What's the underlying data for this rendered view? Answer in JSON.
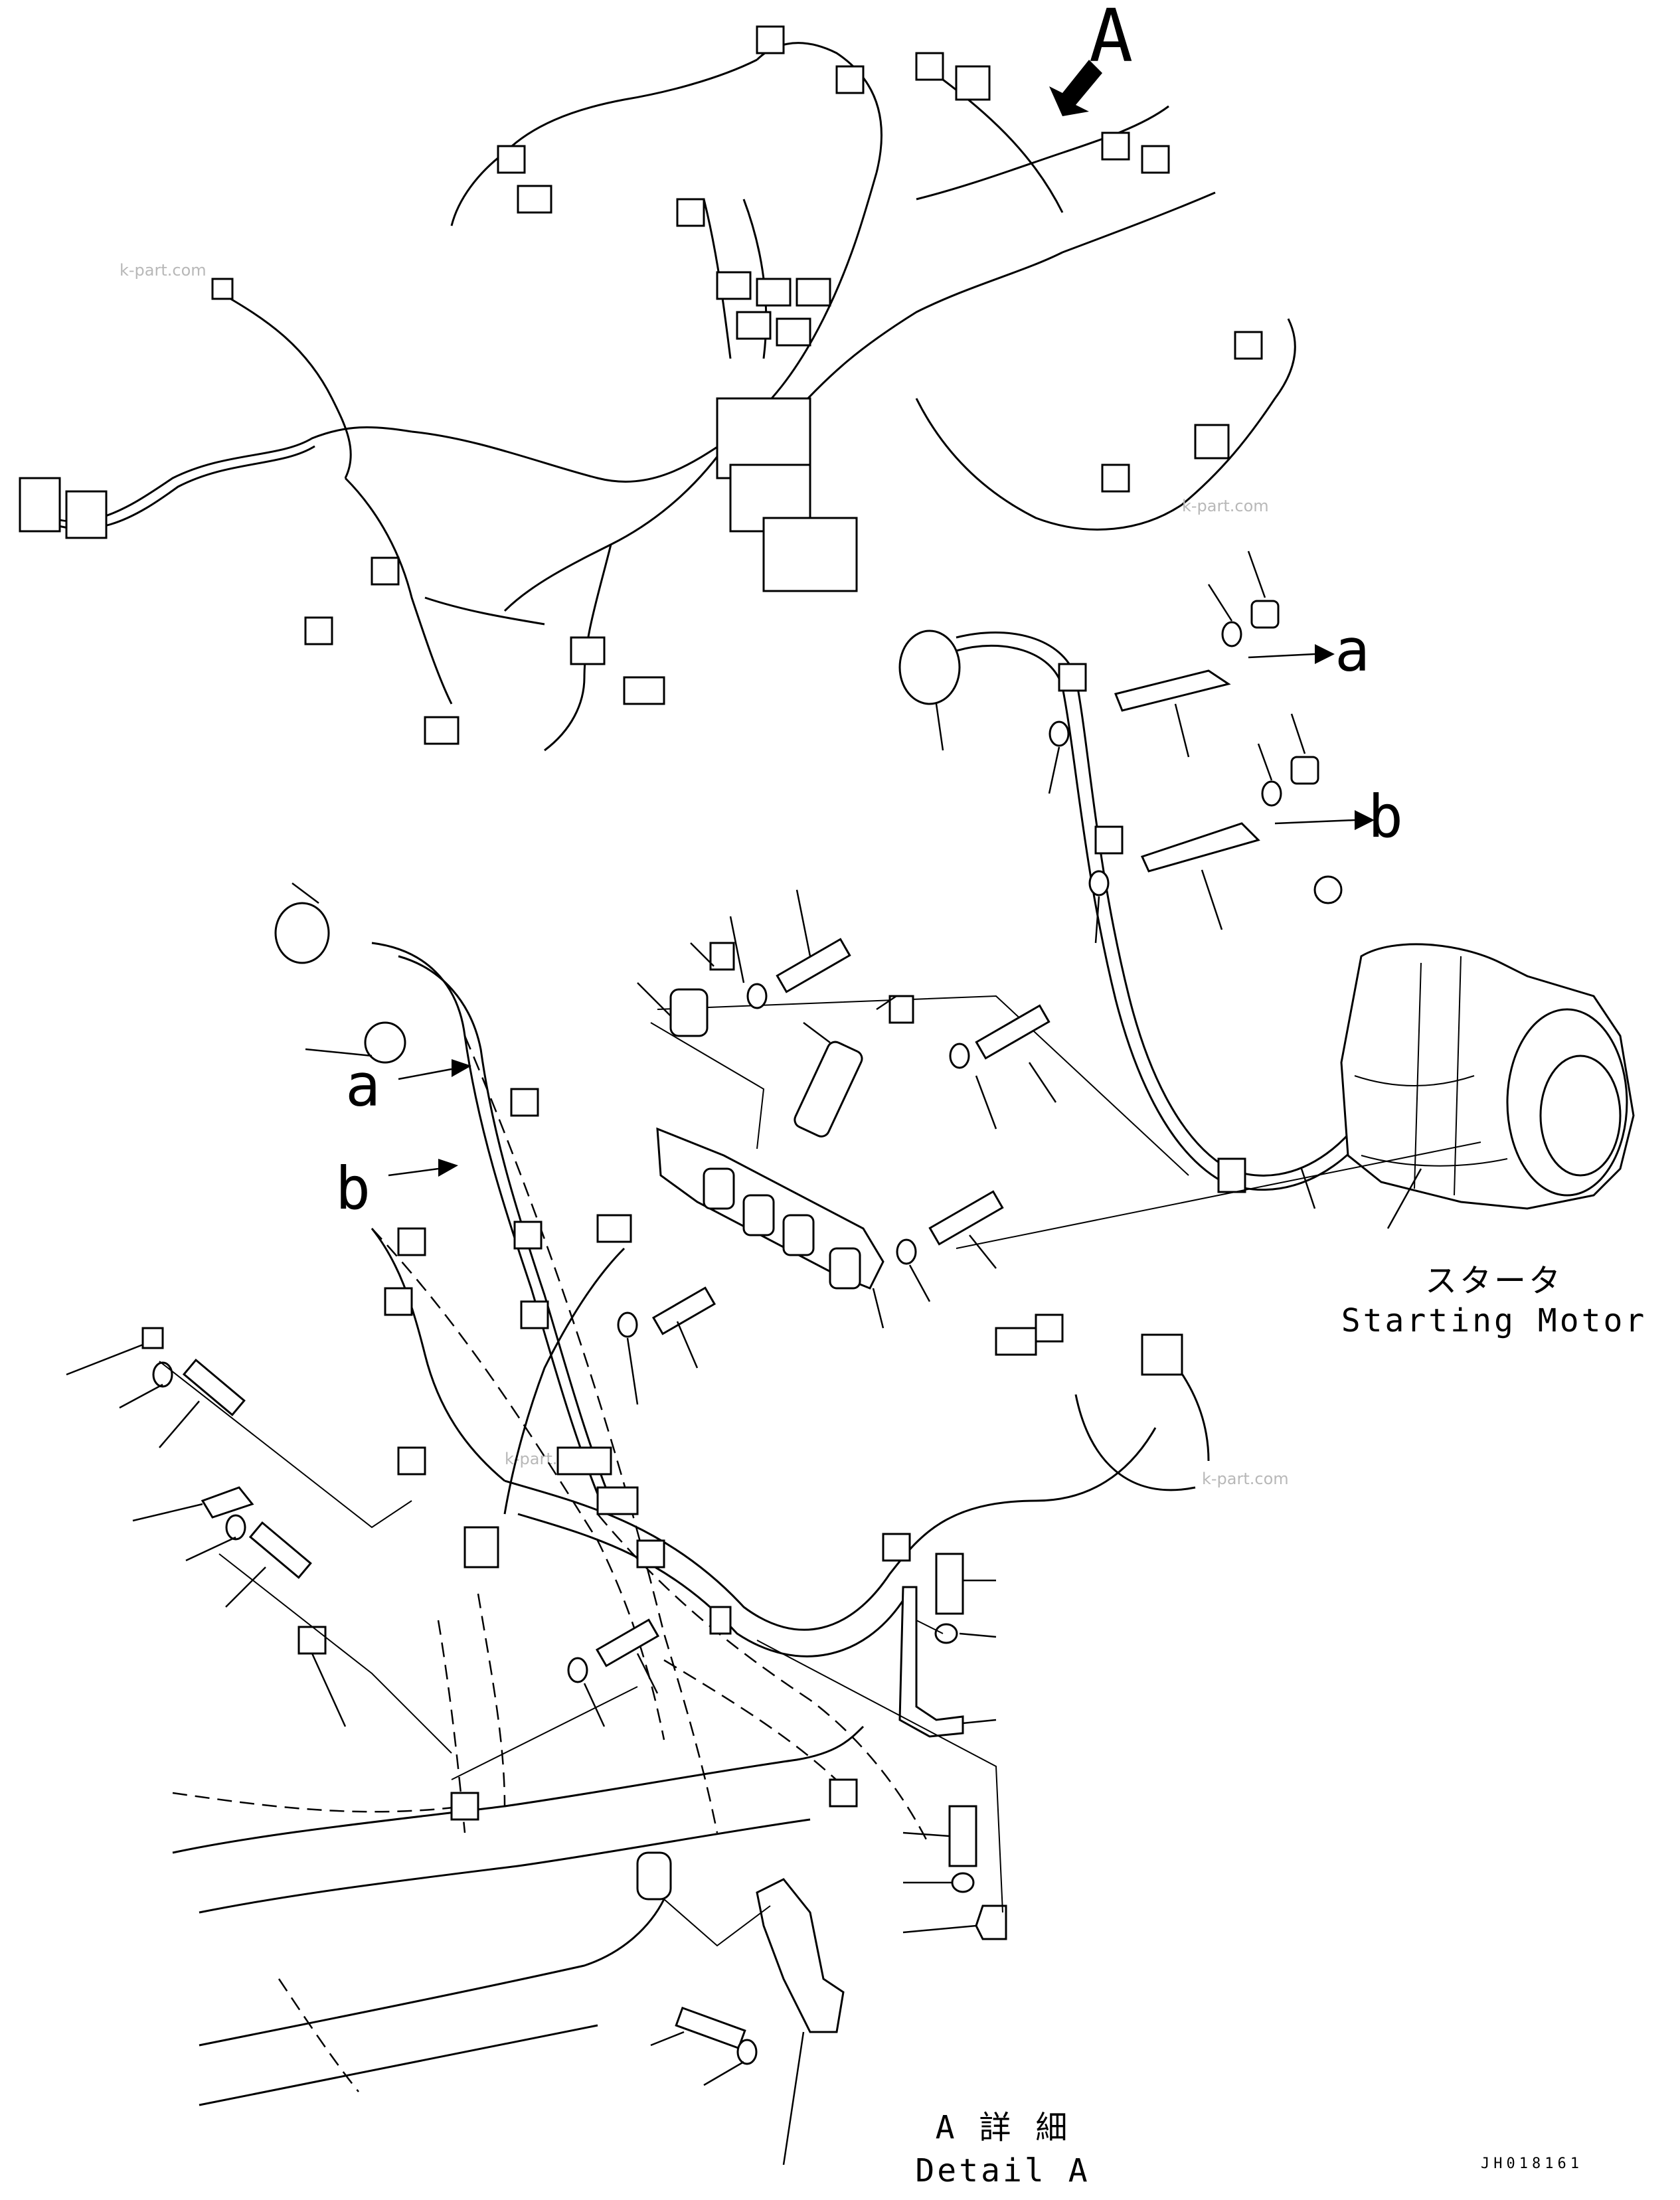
{
  "labels": {
    "view_a": "A",
    "ref_a_right": "a",
    "ref_b_right": "b",
    "ref_a_left": "a",
    "ref_b_left": "b"
  },
  "starting_motor": {
    "jp": "スタータ",
    "en": "Starting Motor"
  },
  "detail": {
    "jp": "A 詳 細",
    "en": "Detail A"
  },
  "drawing_code": "JH018161",
  "watermark": "k-part.com"
}
